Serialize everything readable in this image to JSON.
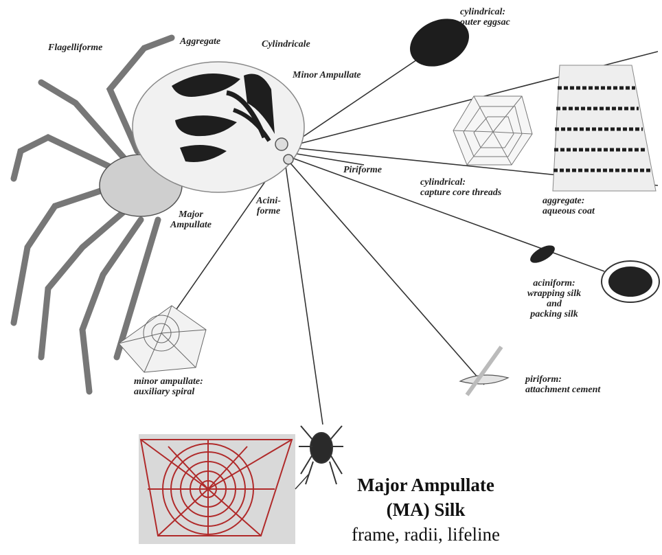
{
  "labels": {
    "flagelliforme": "Flagelliforme",
    "aggregate": "Aggregate",
    "cylindricale": "Cylindricale",
    "minor_ampullate": "Minor Ampullate",
    "major_ampullate_1": "Major",
    "major_ampullate_2": "Ampullate",
    "aciniforme_1": "Acini-",
    "aciniforme_2": "forme",
    "piriforme": "Piriforme"
  },
  "uses": {
    "eggsac_1": "cylindrical:",
    "eggsac_2": "outer eggsac",
    "capture_1": "cylindrical:",
    "capture_2": "capture core threads",
    "aqueous_1": "aggregate:",
    "aqueous_2": "aqueous coat",
    "wrapping_1": "aciniform:",
    "wrapping_2": "wrapping silk",
    "wrapping_3": "and",
    "wrapping_4": "packing silk",
    "spiral_1": "minor ampullate:",
    "spiral_2": "auxiliary spiral",
    "cement_1": "piriform:",
    "cement_2": "attachment cement"
  },
  "caption": {
    "line1": "Major Ampullate",
    "line2": "(MA) Silk",
    "line3": "frame, radii, lifeline"
  },
  "colors": {
    "ink": "#222222",
    "web_red": "#b02a2a",
    "panel_grey": "#d9d9d9"
  }
}
